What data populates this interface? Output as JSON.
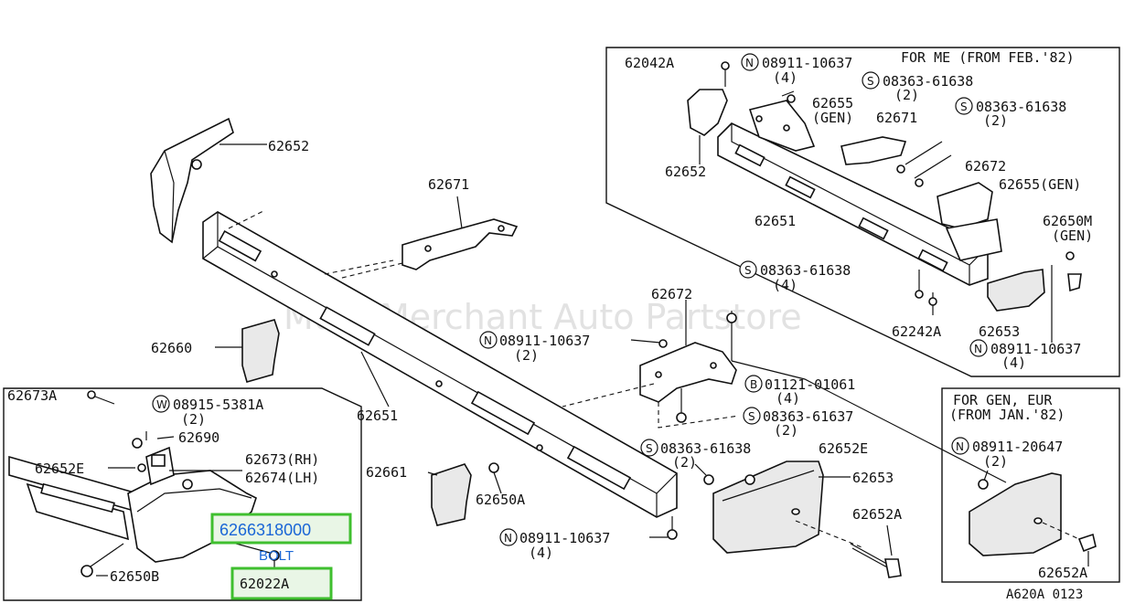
{
  "watermark": "Multi Merchant Auto Partstore",
  "diagram_code": "A620A 0123",
  "inset_me": {
    "header": "FOR ME (FROM FEB.'82)",
    "labels": {
      "p62042A": "62042A",
      "n1_code": "08911-10637",
      "n1_qty": "(4)",
      "s1_code": "08363-61638",
      "s1_qty": "(2)",
      "p62655gen": "62655",
      "gen": "(GEN)",
      "p62671": "62671",
      "s2_code": "08363-61638",
      "s2_qty": "(2)",
      "p62652": "62652",
      "p62672": "62672",
      "p62655gen2": "62655(GEN)",
      "p62651": "62651",
      "p62650M": "62650M",
      "gen2": "(GEN)",
      "s3_code": "08363-61638",
      "s3_qty": "(4)",
      "p62242A": "62242A",
      "p62653": "62653",
      "n2_code": "08911-10637",
      "n2_qty": "(4)"
    }
  },
  "inset_gen": {
    "header1": "FOR GEN, EUR",
    "header2": "(FROM JAN.'82)",
    "n_code": "08911-20647",
    "n_qty": "(2)",
    "p62652A": "62652A"
  },
  "inset_left": {
    "w_code": "08915-5381A",
    "w_qty": "(2)",
    "p62673A": "62673A",
    "p62690": "62690",
    "p62652E": "62652E",
    "p62673rh": "62673(RH)",
    "p62674lh": "62674(LH)",
    "p62650B": "62650B",
    "highlight_part": "6266318000",
    "highlight_sub": "BOLT",
    "highlight_ref": "62022A"
  },
  "main": {
    "p62652": "62652",
    "p62671": "62671",
    "p62660": "62660",
    "p62651": "62651",
    "p62672": "62672",
    "n1_code": "08911-10637",
    "n1_qty": "(2)",
    "b_code": "01121-01061",
    "b_qty": "(4)",
    "s1_code": "08363-61637",
    "s1_qty": "(2)",
    "s2_code": "08363-61638",
    "s2_qty": "(2)",
    "p62652E": "62652E",
    "p62661": "62661",
    "p62650A": "62650A",
    "p62653": "62653",
    "p62652A": "62652A",
    "n2_code": "08911-10637",
    "n2_qty": "(4)"
  },
  "markers": {
    "N": "N",
    "S": "S",
    "W": "W",
    "B": "B"
  }
}
